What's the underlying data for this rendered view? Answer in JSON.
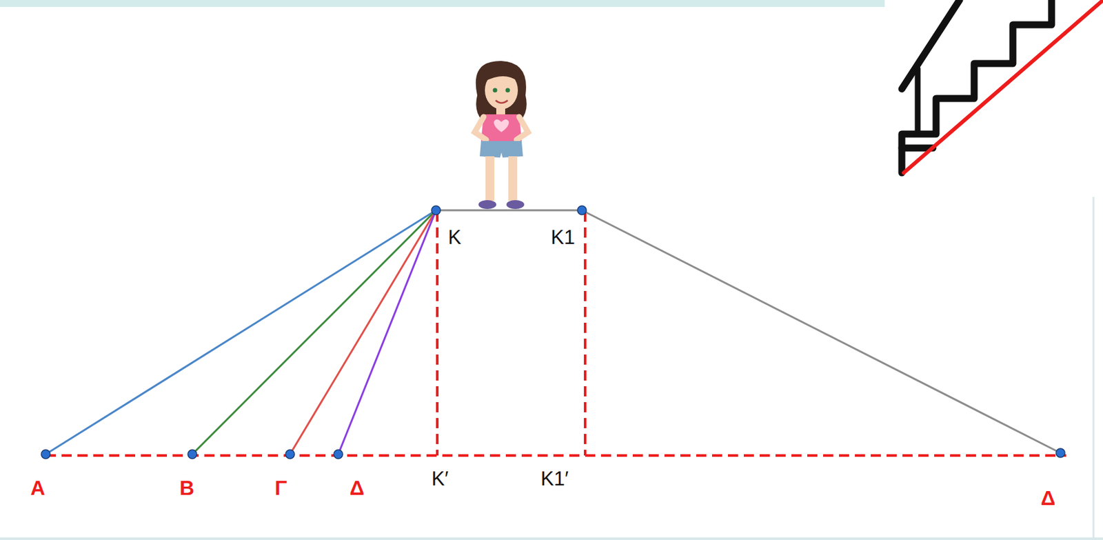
{
  "diagram": {
    "labels": [
      "K",
      "K1",
      "A",
      "B",
      "Γ",
      "Δ",
      "K′",
      "K1′",
      "Δ"
    ]
  }
}
